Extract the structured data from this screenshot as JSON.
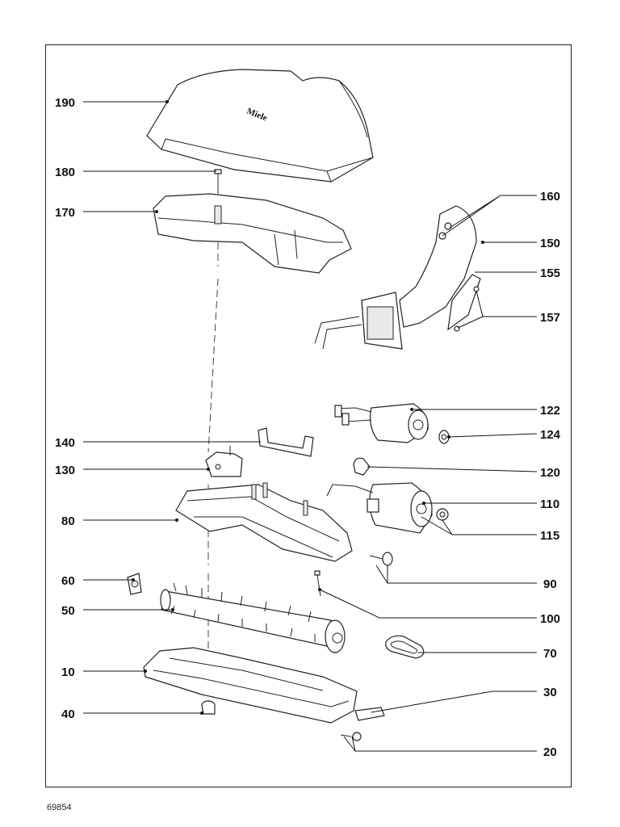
{
  "brand_text": "Miele",
  "doc_number": "69854",
  "labels": {
    "p190": "190",
    "p180": "180",
    "p170": "170",
    "p160": "160",
    "p150": "150",
    "p155": "155",
    "p157": "157",
    "p122": "122",
    "p124": "124",
    "p140": "140",
    "p130": "130",
    "p120": "120",
    "p80": "80",
    "p110": "110",
    "p115": "115",
    "p60": "60",
    "p90": "90",
    "p50": "50",
    "p100": "100",
    "p70": "70",
    "p10": "10",
    "p30": "30",
    "p40": "40",
    "p20": "20"
  }
}
